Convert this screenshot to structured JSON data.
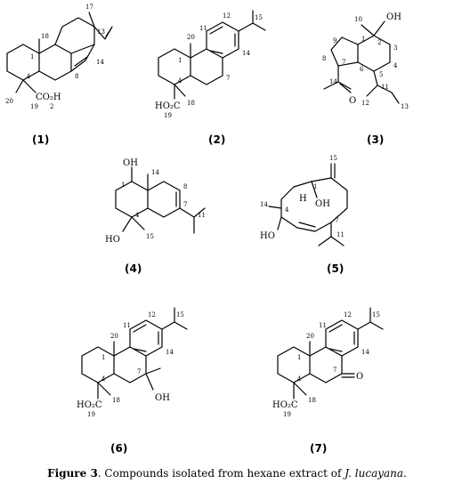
{
  "figure": {
    "caption_label": "Figure 3",
    "caption_text": ". Compounds isolated from hexane extract of ",
    "caption_species": "J. lucayana",
    "caption_end": "."
  },
  "compounds": [
    {
      "id": "(1)",
      "atoms": {
        "acid": "CO₂H"
      },
      "locants": [
        "17",
        "13",
        "18",
        "14",
        "8",
        "1",
        "4",
        "20",
        "19",
        "2"
      ]
    },
    {
      "id": "(2)",
      "atoms": {
        "acid": "HO₂C"
      },
      "locants": [
        "12",
        "20",
        "11",
        "15",
        "1",
        "14",
        "7",
        "4",
        "18",
        "19"
      ]
    },
    {
      "id": "(3)",
      "atoms": {
        "oh": "OH",
        "o": "O"
      },
      "locants": [
        "10",
        "2",
        "1",
        "3",
        "9",
        "8",
        "7",
        "6",
        "5",
        "4",
        "11",
        "14",
        "12",
        "13"
      ]
    },
    {
      "id": "(4)",
      "atoms": {
        "oh_top": "OH",
        "oh_bottom": "HO"
      },
      "locants": [
        "14",
        "1",
        "8",
        "7",
        "11",
        "4",
        "15"
      ]
    },
    {
      "id": "(5)",
      "atoms": {
        "h": "H",
        "oh": "OH",
        "ho": "HO"
      },
      "locants": [
        "15",
        "1",
        "14",
        "4",
        "7",
        "11"
      ]
    },
    {
      "id": "(6)",
      "atoms": {
        "acid": "HO₂C",
        "oh": "OH"
      },
      "locants": [
        "12",
        "15",
        "20",
        "11",
        "1",
        "14",
        "7",
        "4",
        "18",
        "19"
      ]
    },
    {
      "id": "(7)",
      "atoms": {
        "acid": "HO₂C",
        "o": "O"
      },
      "locants": [
        "12",
        "15",
        "20",
        "11",
        "1",
        "14",
        "7",
        "4",
        "18",
        "19"
      ]
    }
  ]
}
